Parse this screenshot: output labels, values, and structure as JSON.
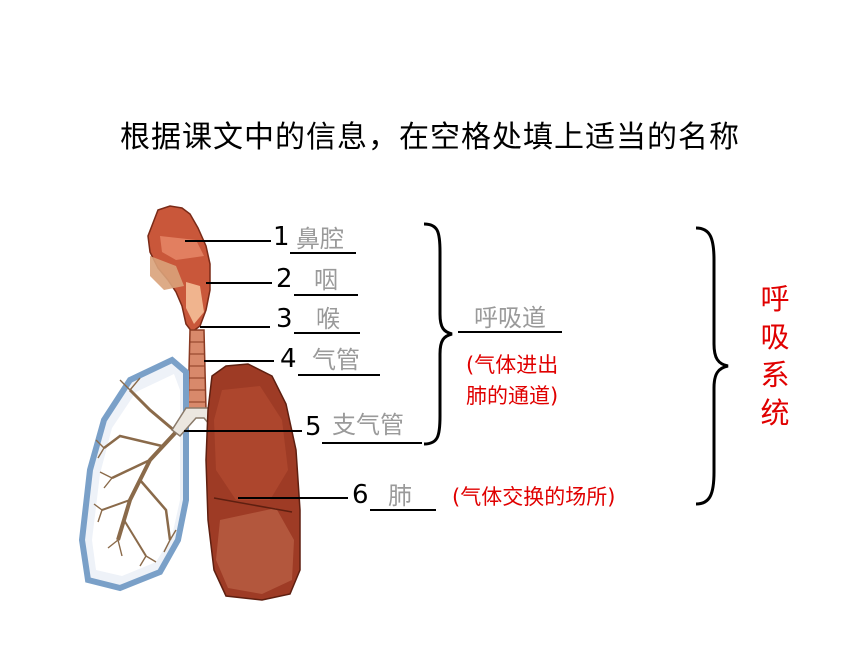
{
  "title": "根据课文中的信息，在空格处填上适当的名称",
  "labels": [
    {
      "num": "1",
      "answer": "鼻腔"
    },
    {
      "num": "2",
      "answer": "咽"
    },
    {
      "num": "3",
      "answer": "喉"
    },
    {
      "num": "4",
      "answer": "气管"
    },
    {
      "num": "5",
      "answer": "支气管"
    },
    {
      "num": "6",
      "answer": "肺"
    }
  ],
  "respiratory_tract": {
    "label": "呼吸道",
    "note_line1": "(气体进出",
    "note_line2": "肺的通道)"
  },
  "lung_note": "(气体交换的场所)",
  "system_label": [
    "呼",
    "吸",
    "系",
    "统"
  ],
  "colors": {
    "answer": "#9a9a9a",
    "note": "#e00000",
    "line": "#000000",
    "organ": "#b5452a",
    "lung": "#9e3b25"
  }
}
